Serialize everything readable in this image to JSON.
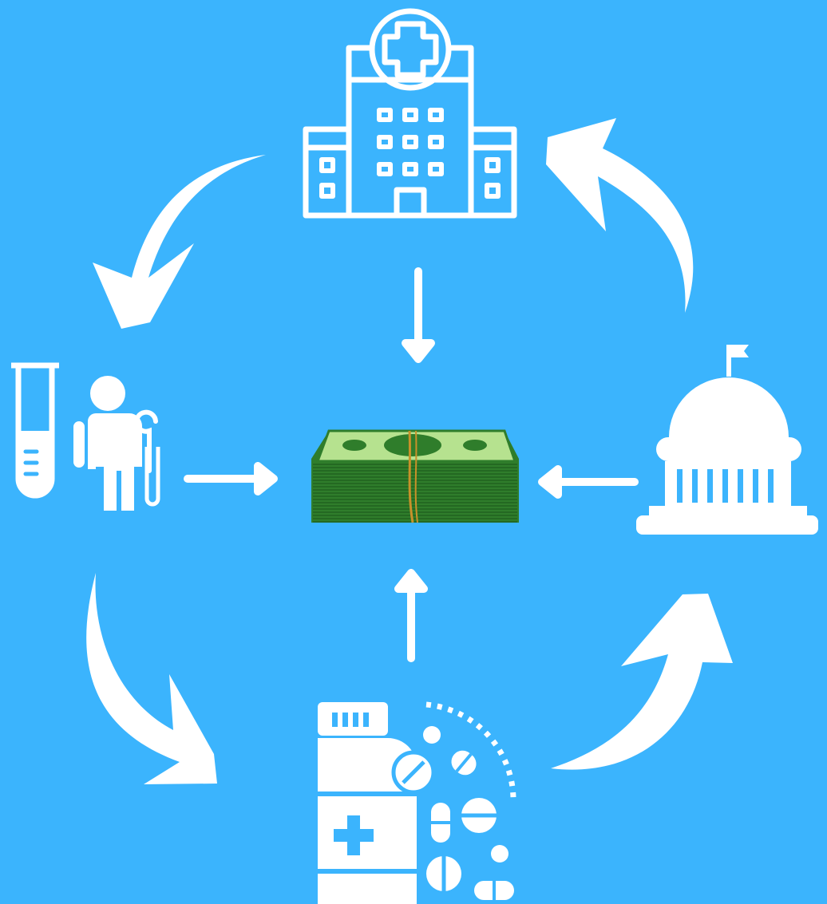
{
  "diagram": {
    "background_color": "#3bb4fd",
    "icon_color": "#ffffff",
    "nodes": [
      {
        "id": "hospital",
        "icon": "hospital-icon"
      },
      {
        "id": "research",
        "icon": "test-tube-patient-icon"
      },
      {
        "id": "pharmaceuticals",
        "icon": "pill-bottle-icon"
      },
      {
        "id": "government",
        "icon": "capitol-building-icon"
      },
      {
        "id": "money",
        "icon": "money-stack-icon"
      }
    ],
    "edges": [
      {
        "from": "hospital",
        "to": "research",
        "style": "curved"
      },
      {
        "from": "research",
        "to": "pharmaceuticals",
        "style": "curved"
      },
      {
        "from": "pharmaceuticals",
        "to": "government",
        "style": "curved"
      },
      {
        "from": "government",
        "to": "hospital",
        "style": "curved"
      },
      {
        "from": "hospital",
        "to": "money",
        "style": "straight"
      },
      {
        "from": "research",
        "to": "money",
        "style": "straight"
      },
      {
        "from": "pharmaceuticals",
        "to": "money",
        "style": "straight"
      },
      {
        "from": "government",
        "to": "money",
        "style": "straight"
      }
    ],
    "money_colors": {
      "bill": "#b6e28f",
      "stack": "#2f7d2b",
      "band": "#c8912a"
    }
  }
}
